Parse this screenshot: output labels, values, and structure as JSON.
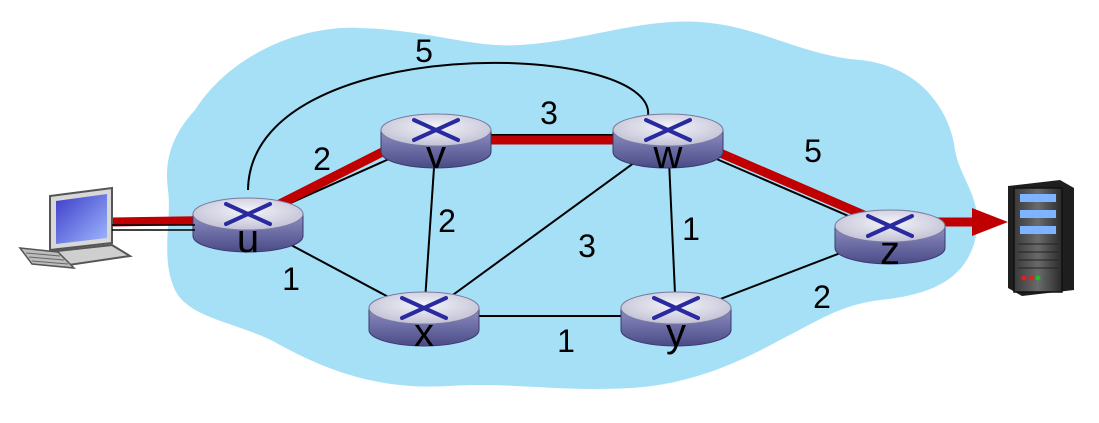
{
  "routers": [
    {
      "id": "u",
      "label": "u"
    },
    {
      "id": "v",
      "label": "v"
    },
    {
      "id": "w",
      "label": "w"
    },
    {
      "id": "x",
      "label": "x"
    },
    {
      "id": "y",
      "label": "y"
    },
    {
      "id": "z",
      "label": "z"
    }
  ],
  "links": [
    {
      "from": "u",
      "to": "w",
      "cost": "5"
    },
    {
      "from": "u",
      "to": "v",
      "cost": "2"
    },
    {
      "from": "v",
      "to": "w",
      "cost": "3"
    },
    {
      "from": "w",
      "to": "z",
      "cost": "5"
    },
    {
      "from": "v",
      "to": "x",
      "cost": "2"
    },
    {
      "from": "x",
      "to": "w",
      "cost": "3"
    },
    {
      "from": "w",
      "to": "y",
      "cost": "1"
    },
    {
      "from": "u",
      "to": "x",
      "cost": "1"
    },
    {
      "from": "x",
      "to": "y",
      "cost": "1"
    },
    {
      "from": "y",
      "to": "z",
      "cost": "2"
    }
  ],
  "highlighted_path": [
    "host",
    "u",
    "v",
    "w",
    "z",
    "server"
  ],
  "icons": [
    "laptop-icon",
    "server-icon",
    "router-icon"
  ],
  "colors": {
    "cloud": "#a6e0f7",
    "path": "#c00000",
    "router_top": "#dcdce6",
    "router_side": "#6f6fa8",
    "router_arrows": "#2a2aa0",
    "link": "#000000"
  }
}
